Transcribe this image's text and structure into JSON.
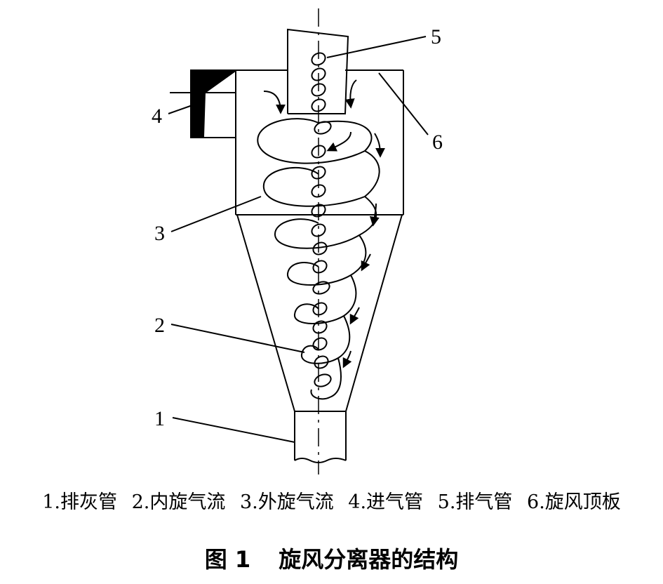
{
  "labels": {
    "l1": "1",
    "l2": "2",
    "l3": "3",
    "l4": "4",
    "l5": "5",
    "l6": "6"
  },
  "legend": [
    "1.排灰管",
    "2.内旋气流",
    "3.外旋气流",
    "4.进气管",
    "5.排气管",
    "6.旋风顶板"
  ],
  "caption": {
    "figure": "图 1",
    "title": "旋风分离器的结构"
  }
}
